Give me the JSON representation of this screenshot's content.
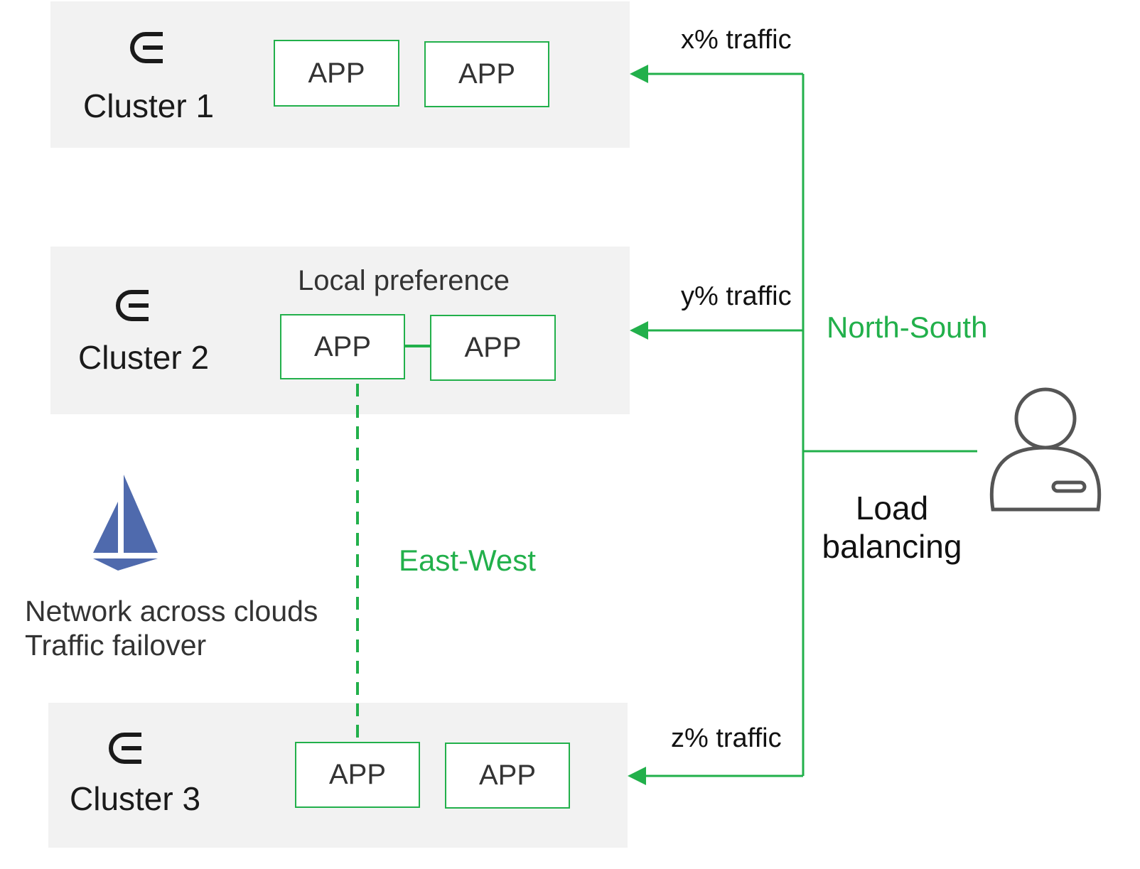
{
  "clusters": [
    {
      "label": "Cluster 1",
      "apps": [
        "APP",
        "APP"
      ]
    },
    {
      "label": "Cluster 2",
      "apps": [
        "APP",
        "APP"
      ],
      "note": "Local preference"
    },
    {
      "label": "Cluster 3",
      "apps": [
        "APP",
        "APP"
      ]
    }
  ],
  "traffic": {
    "x": "x% traffic",
    "y": "y% traffic",
    "z": "z% traffic"
  },
  "north_south": "North-South",
  "east_west": "East-West",
  "load_balancing": [
    "Load",
    "balancing"
  ],
  "network_notes": [
    "Network across clouds",
    "Traffic failover"
  ],
  "colors": {
    "accent": "#22b04b",
    "panel": "#f2f2f2",
    "istio": "#4f6aad",
    "user": "#555555"
  },
  "icons": {
    "cluster": "kubernetes-cluster-icon",
    "mesh": "istio-sail-icon",
    "user": "user-icon"
  }
}
